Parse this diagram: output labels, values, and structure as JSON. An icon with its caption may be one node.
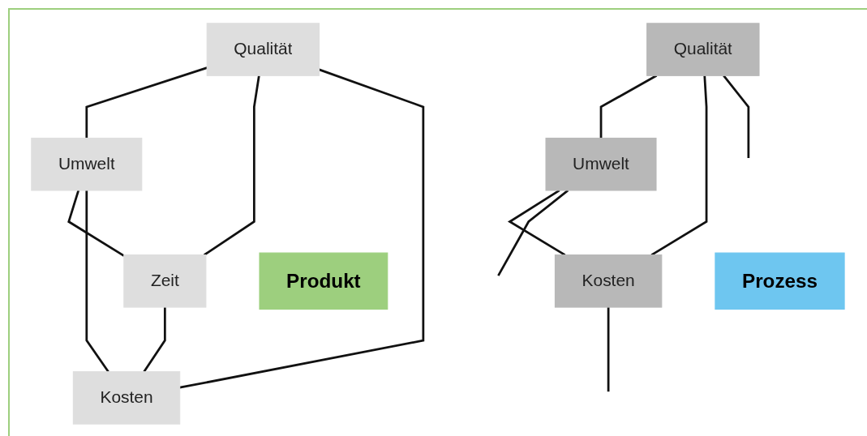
{
  "diagram": {
    "nodes": [
      {
        "text": [
          "Qualität"
        ]
      },
      {
        "text": [
          "Qualität"
        ]
      },
      {
        "text": [
          "Umwelt"
        ]
      },
      {
        "text": [
          "Umwelt"
        ]
      },
      {
        "text": [
          "Prozess"
        ]
      },
      {
        "text": [
          "Produkt"
        ]
      },
      {
        "text": [
          "Kosten"
        ]
      },
      {
        "text": [
          "Zeit"
        ]
      },
      {
        "text": [
          "Kosten"
        ]
      }
    ],
    "edges": [
      {
        "from": 0,
        "to": 2,
        "arrow": "none"
      },
      {
        "from": 0,
        "to": 6,
        "arrow": "none"
      },
      {
        "from": 2,
        "to": 6,
        "arrow": "none"
      },
      {
        "from": 0,
        "to": null,
        "arrow": "none"
      },
      {
        "from": 2,
        "to": null,
        "arrow": "none"
      },
      {
        "from": 6,
        "to": null,
        "arrow": "none"
      },
      {
        "from": 1,
        "to": 3,
        "arrow": "none"
      },
      {
        "from": 1,
        "to": 7,
        "arrow": "none"
      },
      {
        "from": 1,
        "to": 8,
        "arrow": "none"
      },
      {
        "from": 3,
        "to": 7,
        "arrow": "none"
      },
      {
        "from": 3,
        "to": 8,
        "arrow": "none"
      },
      {
        "from": 7,
        "to": 8,
        "arrow": "none"
      }
    ]
  }
}
